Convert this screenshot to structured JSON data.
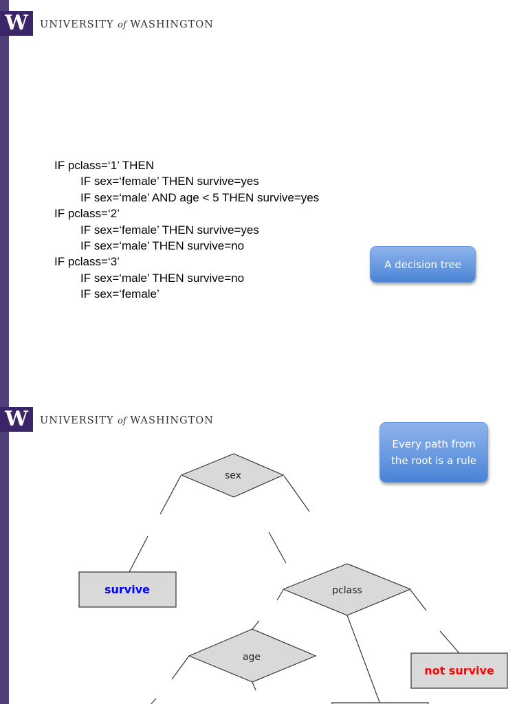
{
  "header": {
    "logo_letter": "W",
    "university_part1": "UNIVERSITY",
    "university_of": "of",
    "university_part2": "WASHINGTON"
  },
  "slide1": {
    "rules": [
      {
        "text": "IF pclass=‘1’ THEN",
        "indent": false
      },
      {
        "text": "IF sex=‘female’ THEN survive=yes",
        "indent": true
      },
      {
        "text": "IF sex=‘male’ AND age < 5 THEN survive=yes",
        "indent": true
      },
      {
        "text": "IF pclass=‘2’",
        "indent": false
      },
      {
        "text": "IF sex=‘female’ THEN survive=yes",
        "indent": true
      },
      {
        "text": "IF sex=‘male’ THEN survive=no",
        "indent": true
      },
      {
        "text": "IF pclass=‘3’",
        "indent": false
      },
      {
        "text": "IF sex=‘male’ THEN survive=no",
        "indent": true
      },
      {
        "text": "IF sex=‘female’",
        "indent": true
      }
    ],
    "callout": "A decision tree"
  },
  "slide2": {
    "callout": "Every path from the root is a rule",
    "nodes": {
      "sex": "sex",
      "pclass": "pclass",
      "age": "age",
      "survive": "survive",
      "not_survive": "not survive"
    },
    "colors": {
      "survive": "#0000ff",
      "not_survive": "#ff0000",
      "node_fill": "#d9d9d9"
    }
  }
}
